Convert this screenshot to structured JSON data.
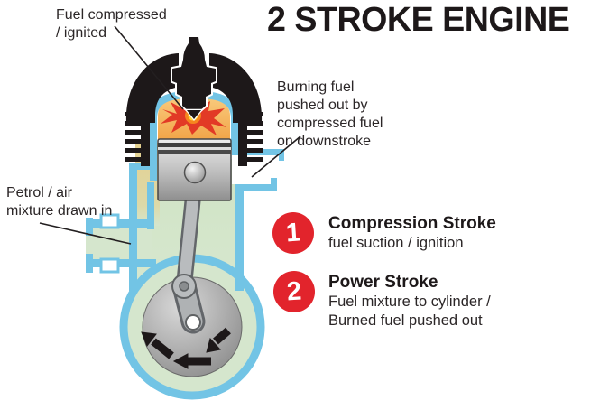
{
  "title": "2 STROKE ENGINE",
  "callouts": {
    "fuel_compressed": {
      "text": "Fuel compressed\n/ ignited"
    },
    "burning_fuel": {
      "text": "Burning fuel\npushed out by\ncompressed fuel\non downstroke"
    },
    "petrol_air": {
      "text": "Petrol / air\nmixture drawn in"
    }
  },
  "steps": [
    {
      "number": "1",
      "heading": "Compression Stroke",
      "description": "fuel suction / ignition"
    },
    {
      "number": "2",
      "heading": "Power Stroke",
      "description": "Fuel mixture to cylinder /\nBurned fuel pushed out"
    }
  ],
  "colors": {
    "badge_red": "#e2242c",
    "title_black": "#1d1819",
    "pipe_blue": "#72c4e5",
    "interior_green": "#d5e6cd",
    "transfer_tan": "#e5d08f",
    "combustion_orange": "#f1a143",
    "flame_red": "#e23a26",
    "flame_yellow": "#ffd83d"
  }
}
